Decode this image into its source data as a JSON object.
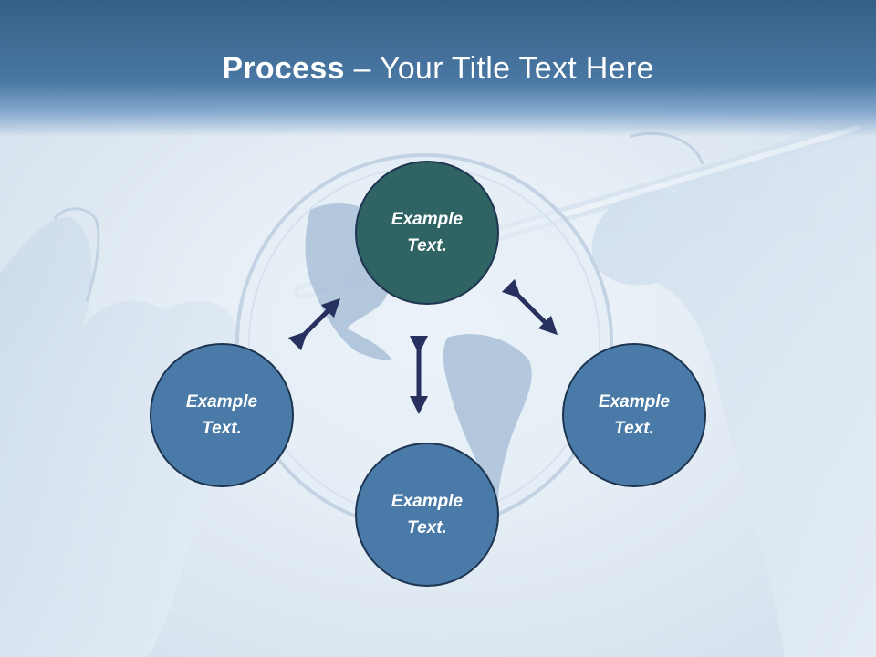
{
  "title": {
    "bold": "Process",
    "rest": " – Your Title Text Here"
  },
  "nodes": {
    "top": {
      "line1": "Example",
      "line2": "Text."
    },
    "left": {
      "line1": "Example",
      "line2": "Text."
    },
    "right": {
      "line1": "Example",
      "line2": "Text."
    },
    "bottom": {
      "line1": "Example",
      "line2": "Text."
    }
  },
  "colors": {
    "title_band": "#355f86",
    "node_fill": "#4a7aa8",
    "center_node_fill": "#2f6364",
    "node_border": "#1d3550",
    "arrow": "#27305e"
  },
  "icons": {
    "arrows": "double-headed-arrow"
  }
}
